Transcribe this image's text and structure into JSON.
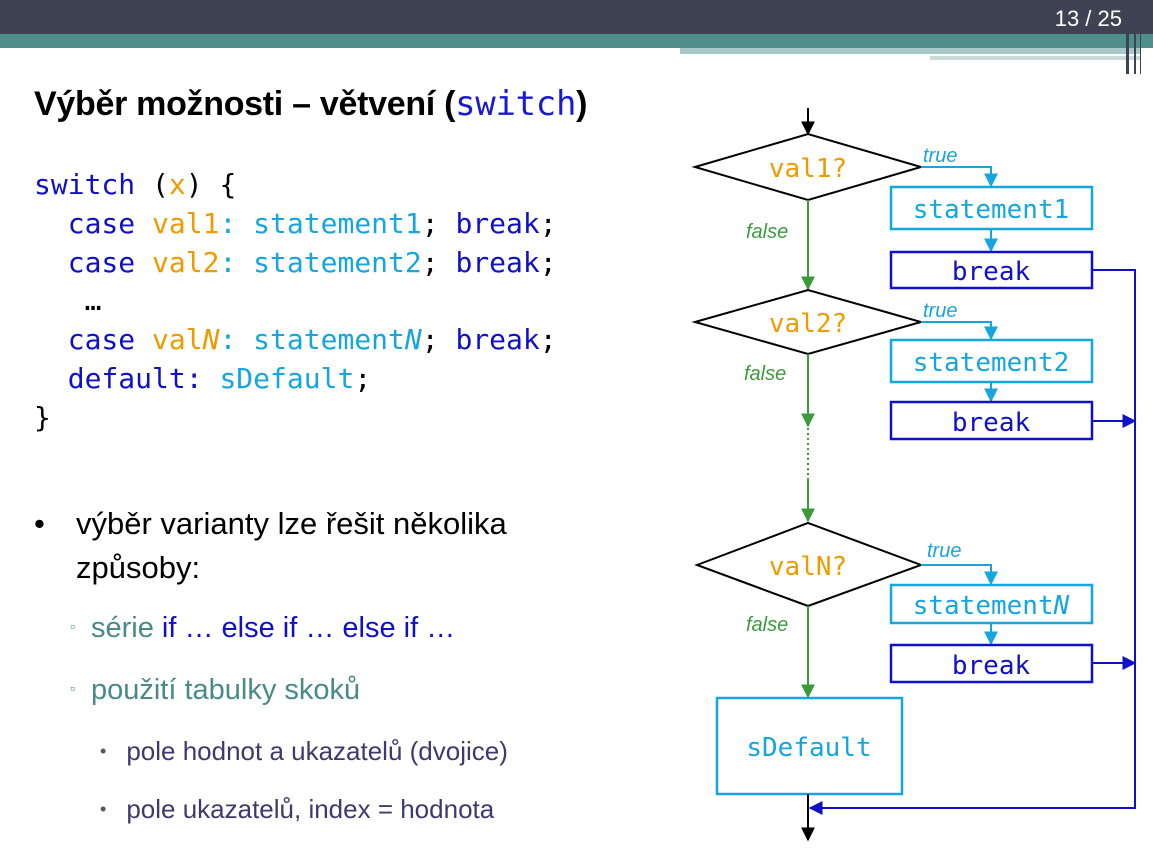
{
  "slide": {
    "page_number": "13 / 25",
    "title_text": "Výběr možnosti – větvení (",
    "title_code": "switch",
    "title_close": ")"
  },
  "code": {
    "l1": {
      "kw": "switch",
      "p1": " (",
      "var": "x",
      "p2": ") {"
    },
    "l2": {
      "kw": "case",
      "val": "val1",
      "colon": ":",
      "stmt": "statement1",
      "semi": ";",
      "brk": "break",
      "end": ";"
    },
    "l3": {
      "kw": "case",
      "val": "val2",
      "colon": ":",
      "stmt": "statement2",
      "semi": ";",
      "brk": "break",
      "end": ";"
    },
    "l4": {
      "text": "…"
    },
    "l5": {
      "kw": "case",
      "val_a": "val",
      "val_b": "N",
      "colon": ":",
      "stmt_a": "statement",
      "stmt_b": "N",
      "semi": ";",
      "brk": "break",
      "end": ";"
    },
    "l6": {
      "kw": "default",
      "colon": ":",
      "stmt": "sDefault",
      "semi": ";"
    },
    "l7": {
      "text": "}"
    }
  },
  "bullets": {
    "main_marker": "•",
    "main": "výběr varianty lze řešit několika způsoby:",
    "sub_marker": "▫",
    "sub1_a": "série ",
    "sub1_b": "if … else if … else if …",
    "sub2": "použití tabulky skoků",
    "subsub_marker": "•",
    "subsub1": "pole hodnot a ukazatelů (dvojice)",
    "subsub2": "pole ukazatelů, index = hodnota"
  },
  "flow": {
    "cond1": "val1?",
    "cond2": "val2?",
    "condN_a": "val",
    "condN_b": "N?",
    "true_label": "true",
    "false_label": "false",
    "stmt1": "statement1",
    "stmt2": "statement2",
    "stmtN_a": "statement",
    "stmtN_b": "N",
    "break_label": "break",
    "default_label": "sDefault"
  },
  "colors": {
    "keyword": "#1010c8",
    "value": "#ee9b00",
    "statement": "#16a6df",
    "false_branch": "#3c9a3c",
    "header_dark": "#3f4252",
    "header_teal": "#4e8f8b"
  }
}
